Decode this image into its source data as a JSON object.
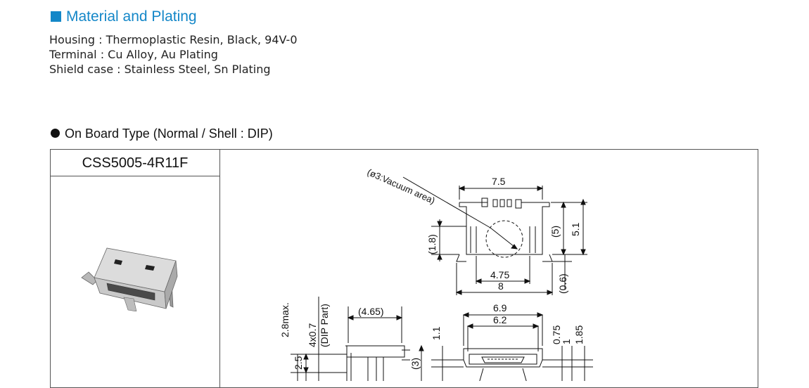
{
  "material": {
    "title": "Material and Plating",
    "lines": [
      "Housing : Thermoplastic Resin, Black, 94V-0",
      "Terminal : Cu Alloy, Au Plating",
      "Shield case : Stainless Steel, Sn Plating"
    ]
  },
  "board_type": {
    "title": "On Board Type (Normal / Shell : DIP)",
    "part_number": "CSS5005-4R11F"
  },
  "drawing": {
    "vacuum_note": "(ø3:Vacuum area)",
    "dims": {
      "w_7_5": "7.5",
      "h_5": "(5)",
      "h_5_1": "5.1",
      "h_1_8": "(1.8)",
      "w_4_75": "4.75",
      "w_8": "8",
      "h_0_6": "(0.6)",
      "w_6_9": "6.9",
      "w_6_2": "6.2",
      "h_1_1": "1.1",
      "h_0_75": "0.75",
      "h_1": "1",
      "h_1_85": "1.85",
      "max_2_8": "2.8max.",
      "dip_pins": "4x0.7",
      "dip_part": "(DIP Part)",
      "w_4_65": "(4.65)",
      "h_2_5": "2.5",
      "h_3": "(3)"
    }
  }
}
